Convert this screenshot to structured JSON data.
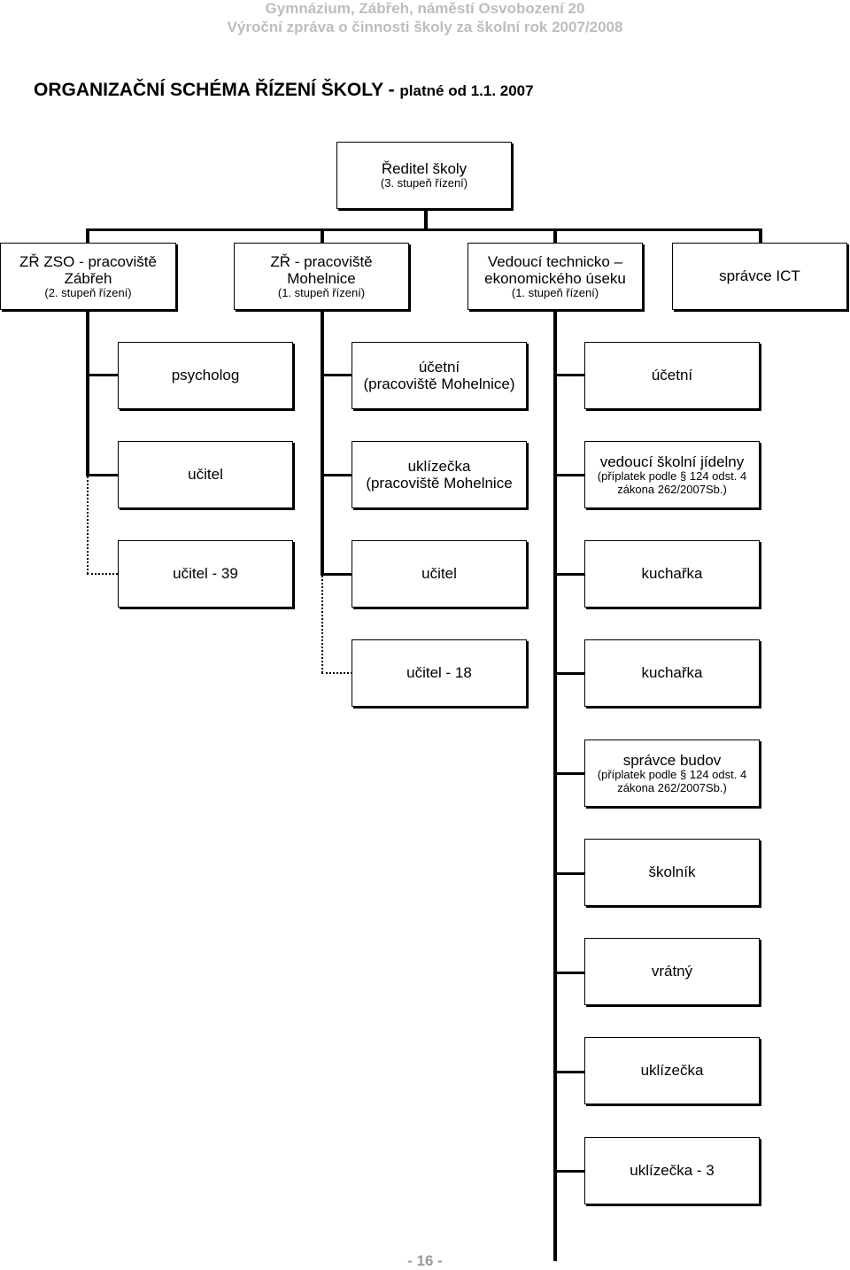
{
  "header": {
    "line1": "Gymnázium, Zábřeh, náměstí Osvobození 20",
    "line2": "Výroční zpráva o činnosti školy za školní rok 2007/2008"
  },
  "title": {
    "main": "ORGANIZAČNÍ SCHÉMA ŘÍZENÍ ŠKOLY - ",
    "suffix": "platné od 1.1. 2007"
  },
  "boxes": {
    "director": {
      "line1": "Ředitel školy",
      "sub": "(3. stupeň řízení)"
    },
    "zso_zabreh": {
      "line1": "ZŘ ZSO - pracoviště",
      "line2": "Zábřeh",
      "sub": "(2. stupeň řízení)"
    },
    "zr_mohelnice": {
      "line1": "ZŘ - pracoviště",
      "line2": "Mohelnice",
      "sub": "(1. stupeň řízení)"
    },
    "technical_head": {
      "line1": "Vedoucí technicko –",
      "line2": "ekonomického úseku",
      "sub": "(1. stupeň řízení)"
    },
    "ict_admin": {
      "line1": "správce ICT"
    },
    "psychologist": {
      "line1": "psycholog"
    },
    "accountant_mohelnice": {
      "line1": "účetní",
      "line2": "(pracoviště Mohelnice)"
    },
    "accountant": {
      "line1": "účetní"
    },
    "teacher_zabreh": {
      "line1": "učitel"
    },
    "cleaner_mohelnice": {
      "line1": "uklízečka",
      "line2": "(pracoviště Mohelnice"
    },
    "canteen_head": {
      "line1": "vedoucí školní jídelny",
      "sub1": "(příplatek podle § 124 odst. 4",
      "sub2": "zákona 262/2007Sb.)"
    },
    "teachers_39": {
      "line1": "učitel - 39"
    },
    "teacher_mohelnice": {
      "line1": "učitel"
    },
    "cook_1": {
      "line1": "kuchařka"
    },
    "teachers_18": {
      "line1": "učitel - 18"
    },
    "cook_2": {
      "line1": "kuchařka"
    },
    "building_admin": {
      "line1": "správce budov",
      "sub1": "(příplatek podle § 124 odst. 4",
      "sub2": "zákona 262/2007Sb.)"
    },
    "janitor": {
      "line1": "školník"
    },
    "porter": {
      "line1": "vrátný"
    },
    "cleaner": {
      "line1": "uklízečka"
    },
    "cleaners_3": {
      "line1": "uklízečka - 3"
    }
  },
  "page_number": "- 16 -"
}
